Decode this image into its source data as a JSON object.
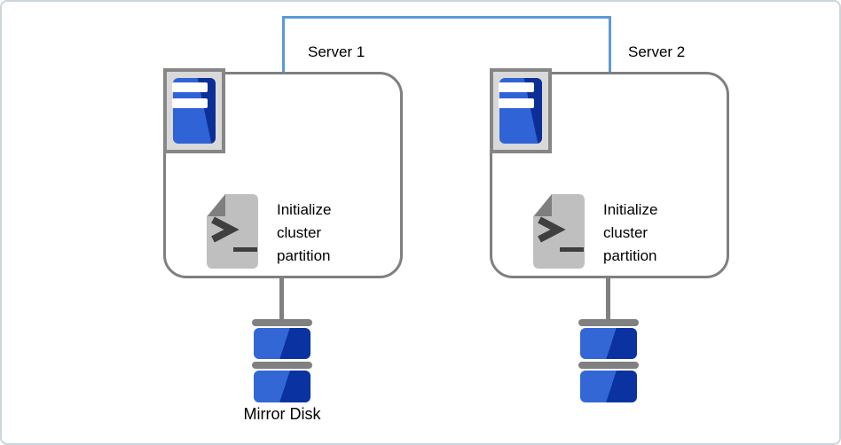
{
  "diagram_type": "cluster-mirror-disk-diagram",
  "connector": {
    "name": "interconnect-link",
    "color": "#5B9BD5"
  },
  "servers": [
    {
      "label": "Server 1",
      "script_text": "Initialize cluster partition",
      "disk_label": "Mirror Disk"
    },
    {
      "label": "Server 2",
      "script_text": "Initialize cluster partition"
    }
  ],
  "icons": {
    "server": "server-tower-icon",
    "script": "terminal-script-icon",
    "disk": "disk-stack-icon"
  },
  "colors": {
    "connector_blue": "#5B9BD5",
    "box_border_gray": "#7f7f7f",
    "icon_plate_gray": "#d9d9d9",
    "blue_light": "#2F63D6",
    "blue_dark": "#0C2F97",
    "document_gray": "#bfbfbf",
    "fold_gray": "#7f7f7f",
    "glyph_dark": "#3f3f3f",
    "disk_bar_gray": "#808080"
  }
}
